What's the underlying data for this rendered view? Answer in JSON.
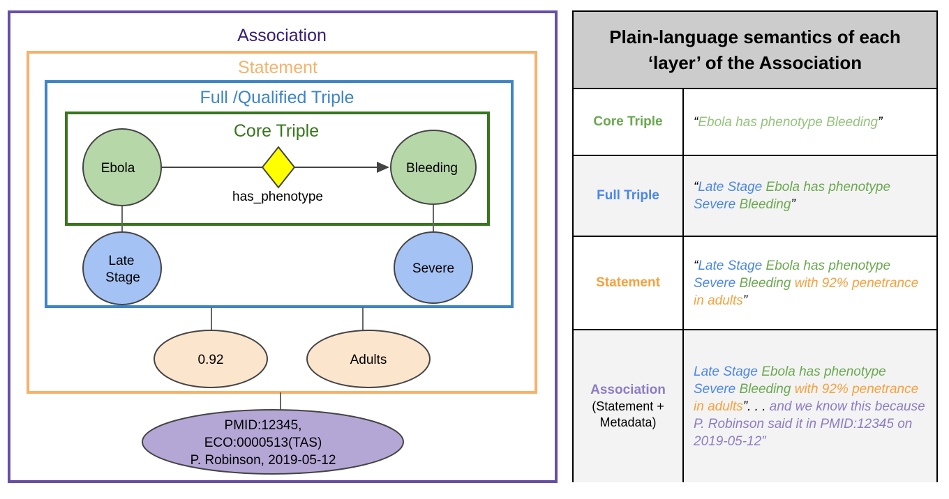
{
  "diagram": {
    "association_title": "Association",
    "statement_title": "Statement",
    "full_triple_title": "Full /Qualified Triple",
    "core_triple_title": "Core Triple",
    "subject": "Ebola",
    "object": "Bleeding",
    "predicate": "has_phenotype",
    "subject_qualifier_line1": "Late",
    "subject_qualifier_line2": "Stage",
    "object_qualifier": "Severe",
    "statement_value": "0.92",
    "statement_population": "Adults",
    "metadata_line1": "PMID:12345,",
    "metadata_line2": "ECO:0000513(TAS)",
    "metadata_line3": "P. Robinson, 2019-05-12"
  },
  "colors": {
    "association": "#674ea7",
    "statement": "#f6b26b",
    "full_triple": "#3d85c6",
    "core_triple": "#38761d",
    "green_node": "#b6d7a8",
    "blue_node": "#a4c2f4",
    "peach_node": "#fce5cd",
    "purple_node": "#b4a7d6",
    "predicate_diamond": "#ffff00"
  },
  "table": {
    "header_line1": "Plain-language semantics of each",
    "header_line2": "‘layer’ of the Association",
    "rows": [
      {
        "label": "Core Triple",
        "segments": [
          "“",
          "Ebola has phenotype Bleeding",
          "”"
        ]
      },
      {
        "label": "Full Triple",
        "segments": [
          "“",
          "Late Stage ",
          "Ebola has phenotype",
          " Severe ",
          "Bleeding",
          "”"
        ]
      },
      {
        "label": "Statement",
        "segments": [
          "“",
          "Late Stage ",
          "Ebola has phenotype",
          " Severe ",
          "Bleeding",
          " with 92% penetrance in adults",
          "”"
        ]
      },
      {
        "label": "Association",
        "sublabel": "(Statement + Metadata)",
        "segments": [
          "Late Stage ",
          "Ebola has phenotype",
          " Severe ",
          "Bleeding",
          " with 92% penetrance in adults",
          "”. . . ",
          "and we know this because P. Robinson said it in PMID:12345 on 2019-05-12”"
        ]
      }
    ]
  }
}
